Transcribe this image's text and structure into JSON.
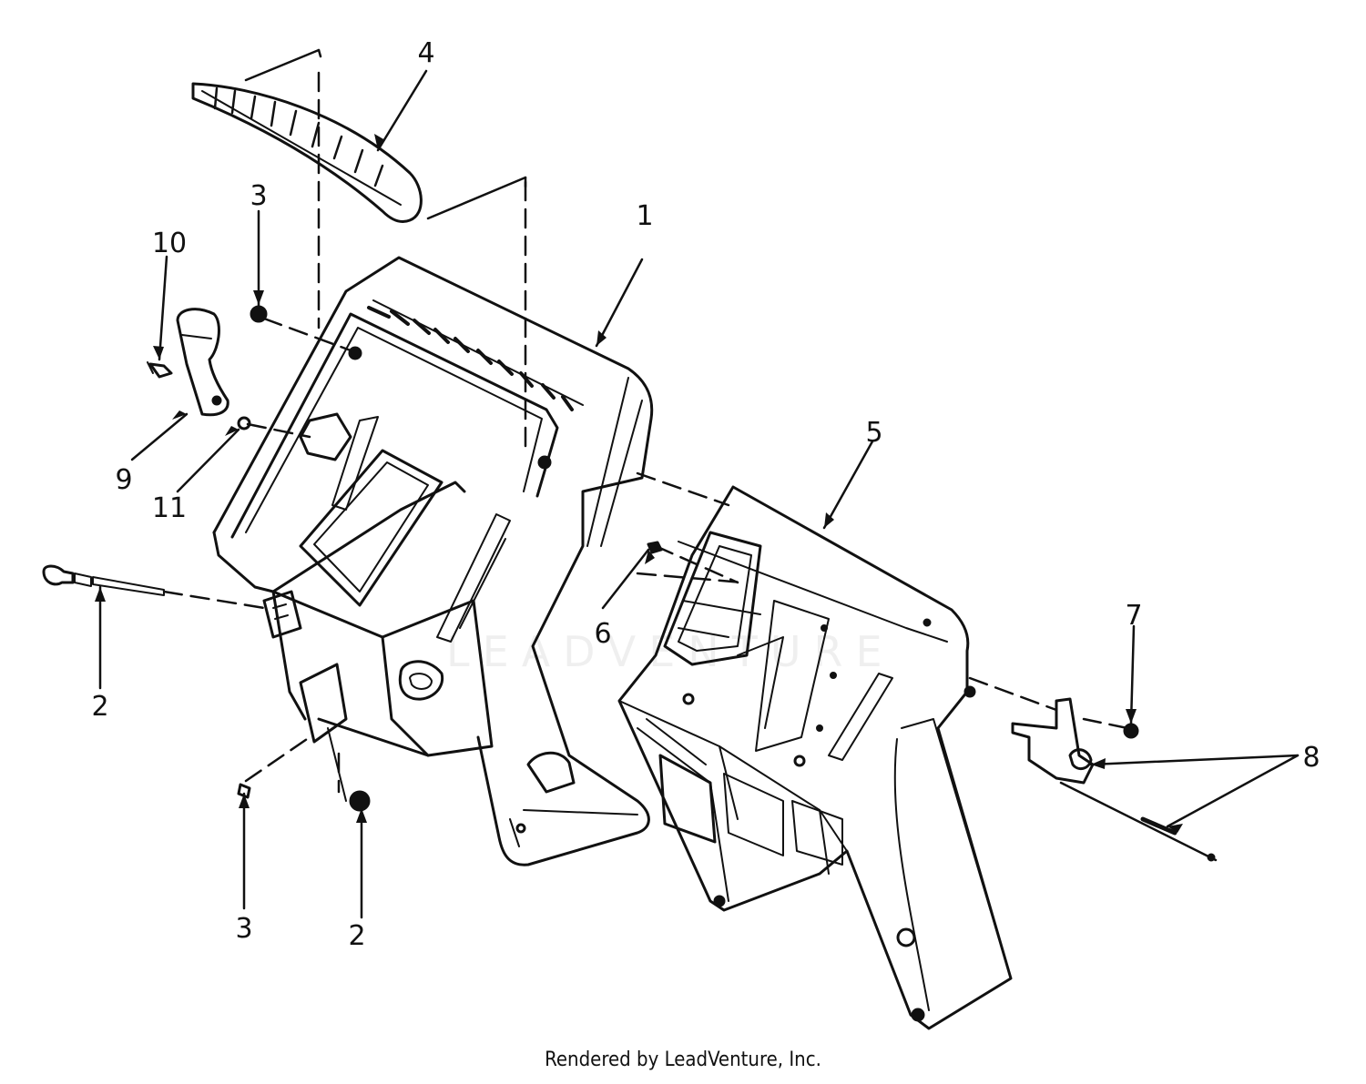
{
  "callouts": {
    "c1": "1",
    "c2a": "2",
    "c2b": "2",
    "c3a": "3",
    "c3b": "3",
    "c4": "4",
    "c5": "5",
    "c6": "6",
    "c7": "7",
    "c8": "8",
    "c9": "9",
    "c10": "10",
    "c11": "11"
  },
  "watermark": "LEADVENTURE",
  "footer": "Rendered by LeadVenture, Inc.",
  "colors": {
    "ink": "#111111",
    "background": "#ffffff"
  }
}
